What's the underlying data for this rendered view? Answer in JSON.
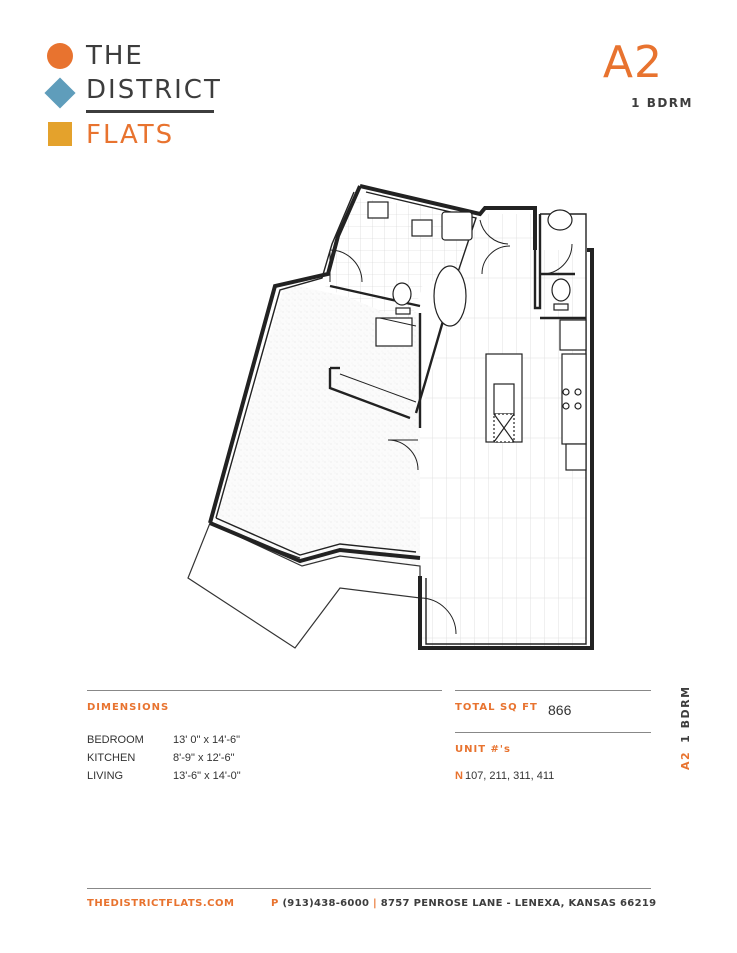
{
  "brand": {
    "line1": "THE",
    "line2": "DISTRICT",
    "line3": "FLATS",
    "colors": {
      "orange": "#e8732f",
      "blue": "#5f9dbb",
      "gold": "#e4a22c",
      "dark": "#3d3d3d"
    }
  },
  "unit": {
    "code": "A2",
    "type": "1 BDRM"
  },
  "dimensions": {
    "label": "DIMENSIONS",
    "rows": [
      {
        "room": "BEDROOM",
        "size": "13' 0\" x 14'-6\""
      },
      {
        "room": "KITCHEN",
        "size": "8'-9\" x 12'-6\""
      },
      {
        "room": "LIVING",
        "size": "13'-6\" x 14'-0\""
      }
    ]
  },
  "totals": {
    "sqft_label": "TOTAL SQ FT",
    "sqft_value": "866",
    "units_label": "UNIT #'s",
    "units_prefix": "N",
    "units_list": "107, 211, 311, 411"
  },
  "footer": {
    "website": "THEDISTRICTFLATS.COM",
    "phone_prefix": "P",
    "phone": "(913)438-6000",
    "separator": "|",
    "address": "8757 PENROSE LANE - LENEXA, KANSAS 66219"
  }
}
